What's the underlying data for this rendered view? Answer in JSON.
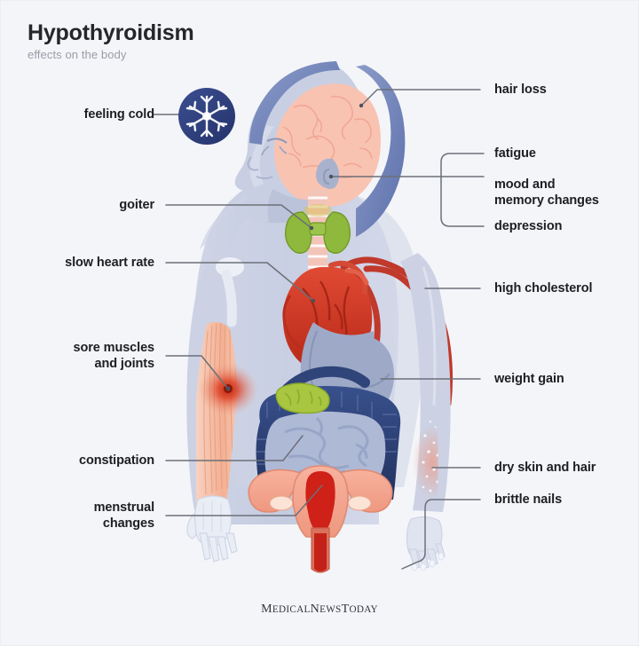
{
  "header": {
    "title": "Hypothyroidism",
    "subtitle": "effects on the body"
  },
  "brand": {
    "parts": [
      "M",
      "EDICAL",
      "N",
      "EWS",
      "T",
      "ODAY"
    ],
    "full": "MedicalNewsToday"
  },
  "colors": {
    "background": "#f4f5f9",
    "title_text": "#252628",
    "subtitle_text": "#9a9da6",
    "label_text": "#1d1e21",
    "leader_line": "#6c7078",
    "snowflake_badge": "#2d3f7c",
    "snowflake_glyph": "#ffffff",
    "body_silhouette": "#c6ccdf",
    "body_silhouette_light": "#d5dae9",
    "hair": "#6e80b8",
    "brain": "#f9c3b2",
    "thyroid": "#8fb93c",
    "trachea": "#f2bfb5",
    "heart": "#cf2d20",
    "artery": "#c0392b",
    "colon": "#2b3f73",
    "intestine": "#a9b7d4",
    "liver": "#a8c63f",
    "uterus": "#f4a28d",
    "uterus_core": "#cf2118",
    "muscle": "#f3b59b",
    "pain_glow": "#d8301c",
    "bone": "#e6eaf3",
    "dry_skin": "#edb8ae"
  },
  "icons": {
    "feeling_cold": "snowflake-icon"
  },
  "labels": {
    "left": [
      {
        "id": "feeling-cold",
        "text": "feeling cold"
      },
      {
        "id": "goiter",
        "text": "goiter"
      },
      {
        "id": "slow-heart-rate",
        "text": "slow heart rate"
      },
      {
        "id": "sore-muscles",
        "text": "sore muscles\nand joints"
      },
      {
        "id": "constipation",
        "text": "constipation"
      },
      {
        "id": "menstrual-changes",
        "text": "menstrual\nchanges"
      }
    ],
    "right": [
      {
        "id": "hair-loss",
        "text": "hair loss"
      },
      {
        "id": "fatigue",
        "text": "fatigue"
      },
      {
        "id": "mood-memory",
        "text": "mood and\nmemory changes"
      },
      {
        "id": "depression",
        "text": "depression"
      },
      {
        "id": "high-cholesterol",
        "text": "high cholesterol"
      },
      {
        "id": "weight-gain",
        "text": "weight gain"
      },
      {
        "id": "dry-skin-and-hair",
        "text": "dry skin and hair"
      },
      {
        "id": "brittle-nails",
        "text": "brittle nails"
      }
    ]
  },
  "anatomy_parts": [
    "brain",
    "thyroid-gland",
    "trachea",
    "heart",
    "aorta-arteries",
    "stomach",
    "liver",
    "colon",
    "small-intestine",
    "uterus",
    "arm-muscles",
    "hand-bones",
    "skull-profile"
  ]
}
